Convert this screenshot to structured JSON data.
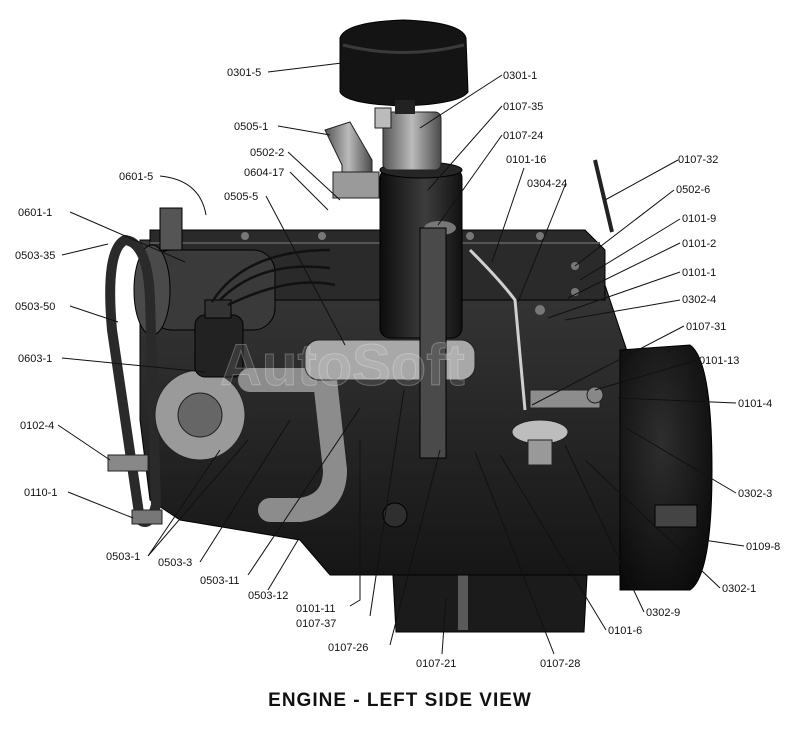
{
  "title": "ENGINE - LEFT SIDE VIEW",
  "watermark": "AutoSoft",
  "callouts": [
    {
      "id": "c1",
      "text": "0301-5"
    },
    {
      "id": "c2",
      "text": "0301-1"
    },
    {
      "id": "c3",
      "text": "0107-35"
    },
    {
      "id": "c4",
      "text": "0107-24"
    },
    {
      "id": "c5",
      "text": "0505-1"
    },
    {
      "id": "c6",
      "text": "0502-2"
    },
    {
      "id": "c7",
      "text": "0604-17"
    },
    {
      "id": "c8",
      "text": "0601-5"
    },
    {
      "id": "c9",
      "text": "0101-16"
    },
    {
      "id": "c10",
      "text": "0304-24"
    },
    {
      "id": "c11",
      "text": "0107-32"
    },
    {
      "id": "c12",
      "text": "0505-5"
    },
    {
      "id": "c13",
      "text": "0502-6"
    },
    {
      "id": "c14",
      "text": "0601-1"
    },
    {
      "id": "c15",
      "text": "0101-9"
    },
    {
      "id": "c16",
      "text": "0101-2"
    },
    {
      "id": "c17",
      "text": "0503-35"
    },
    {
      "id": "c18",
      "text": "0101-1"
    },
    {
      "id": "c19",
      "text": "0302-4"
    },
    {
      "id": "c20",
      "text": "0503-50"
    },
    {
      "id": "c21",
      "text": "0107-31"
    },
    {
      "id": "c22",
      "text": "0603-1"
    },
    {
      "id": "c23",
      "text": "0101-13"
    },
    {
      "id": "c24",
      "text": "0101-4"
    },
    {
      "id": "c25",
      "text": "0102-4"
    },
    {
      "id": "c26",
      "text": "0302-3"
    },
    {
      "id": "c27",
      "text": "0110-1"
    },
    {
      "id": "c28",
      "text": "0109-8"
    },
    {
      "id": "c29",
      "text": "0503-1"
    },
    {
      "id": "c30",
      "text": "0503-3"
    },
    {
      "id": "c31",
      "text": "0302-1"
    },
    {
      "id": "c32",
      "text": "0503-11"
    },
    {
      "id": "c33",
      "text": "0503-12"
    },
    {
      "id": "c34",
      "text": "0302-9"
    },
    {
      "id": "c35",
      "text": "0101-11"
    },
    {
      "id": "c36",
      "text": "0107-37"
    },
    {
      "id": "c37",
      "text": "0101-6"
    },
    {
      "id": "c38",
      "text": "0107-26"
    },
    {
      "id": "c39",
      "text": "0107-21"
    },
    {
      "id": "c40",
      "text": "0107-28"
    }
  ]
}
